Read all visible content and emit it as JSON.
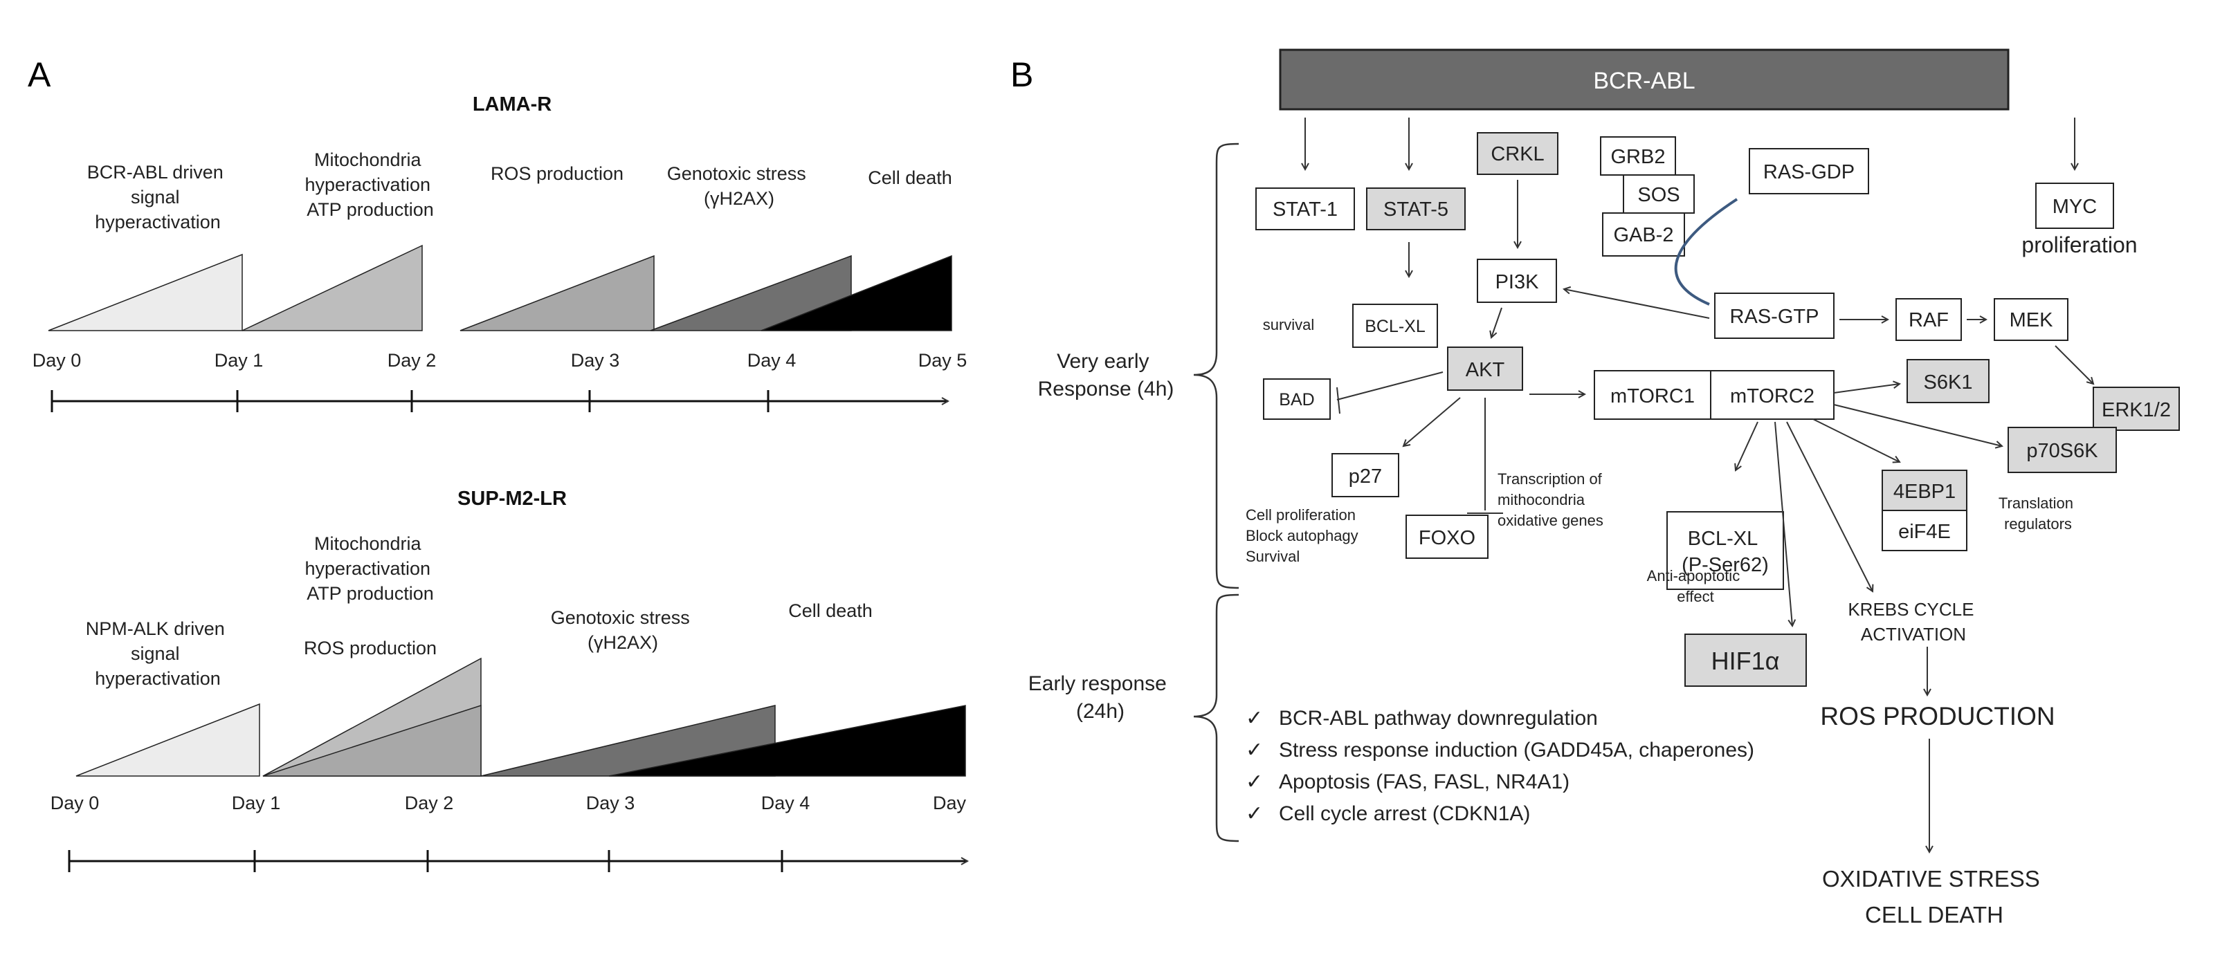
{
  "panel_a": {
    "letter": "A",
    "lama": {
      "title": "LAMA-R",
      "phases": [
        {
          "lines": [
            "BCR-ABL driven",
            "signal",
            "hyperactivation"
          ],
          "color": "#ececec"
        },
        {
          "lines": [
            "Mitochondria",
            "hyperactivation",
            "ATP production"
          ],
          "color": "#bdbdbd"
        },
        {
          "lines": [
            "ROS production"
          ],
          "color": "#a8a8a8"
        },
        {
          "lines": [
            "Genotoxic stress",
            "(γH2AX)"
          ],
          "color": "#707070"
        },
        {
          "lines": [
            "Cell death"
          ],
          "color": "#000000"
        }
      ],
      "ticks": [
        "Day 0",
        "Day 1",
        "Day 2",
        "Day 3",
        "Day 4",
        "Day 5"
      ]
    },
    "sup": {
      "title": "SUP-M2-LR",
      "phases": [
        {
          "lines": [
            "NPM-ALK driven",
            "signal",
            "hyperactivation"
          ],
          "color": "#ececec"
        },
        {
          "lines": [
            "Mitochondria",
            "hyperactivation",
            "ATP production"
          ],
          "color": "#bdbdbd"
        },
        {
          "lines": [
            "ROS production"
          ],
          "color": "#a8a8a8"
        },
        {
          "lines": [
            "Genotoxic stress",
            "(γH2AX)"
          ],
          "color": "#707070"
        },
        {
          "lines": [
            "Cell death"
          ],
          "color": "#000000"
        }
      ],
      "ticks": [
        "Day 0",
        "Day 1",
        "Day 2",
        "Day 3",
        "Day 4",
        "Day"
      ]
    }
  },
  "panel_b": {
    "letter": "B",
    "header": "BCR-ABL",
    "header_color": "#6b6b6b",
    "very_early": [
      "Very early",
      "Response  (4h)"
    ],
    "early": [
      "Early response",
      "(24h)"
    ],
    "nodes": {
      "stat1": "STAT-1",
      "stat5": "STAT-5",
      "crkl": "CRKL",
      "grb2": "GRB2",
      "sos": "SOS",
      "gab2": "GAB-2",
      "rasgdp": "RAS-GDP",
      "myc": "MYC",
      "pi3k": "PI3K",
      "bclxl": "BCL-XL",
      "rasgtp": "RAS-GTP",
      "raf": "RAF",
      "mek": "MEK",
      "akt": "AKT",
      "bad": "BAD",
      "mtorc1": "mTORC1",
      "mtorc2": "mTORC2",
      "s6k1": "S6K1",
      "erk": "ERK1/2",
      "p27": "p27",
      "foxo": "FOXO",
      "bclxl_p1": "BCL-XL",
      "bclxl_p2": "(P-Ser62)",
      "ebp1": "4EBP1",
      "eif4e": "eiF4E",
      "p70s6k": "p70S6K",
      "hif": "HIF1α"
    },
    "labels": {
      "proliferation": "proliferation",
      "survival": "survival",
      "cellprolif": [
        "Cell proliferation",
        "Block autophagy",
        "Survival"
      ],
      "transcription": [
        "Transcription of",
        "mithocondria",
        "oxidative genes"
      ],
      "antiapop": [
        "Anti-apoptotic",
        "effect"
      ],
      "translation": [
        "Translation",
        "regulators"
      ],
      "krebs": [
        "KREBS CYCLE",
        "ACTIVATION"
      ],
      "ros": "ROS PRODUCTION",
      "oxid": [
        "OXIDATIVE STRESS",
        "CELL DEATH"
      ]
    },
    "checklist_mark": "✓",
    "checklist": [
      "BCR-ABL  pathway downregulation",
      "Stress response induction (GADD45A, chaperones)",
      "Apoptosis (FAS, FASL, NR4A1)",
      "Cell cycle arrest (CDKN1A)"
    ]
  }
}
